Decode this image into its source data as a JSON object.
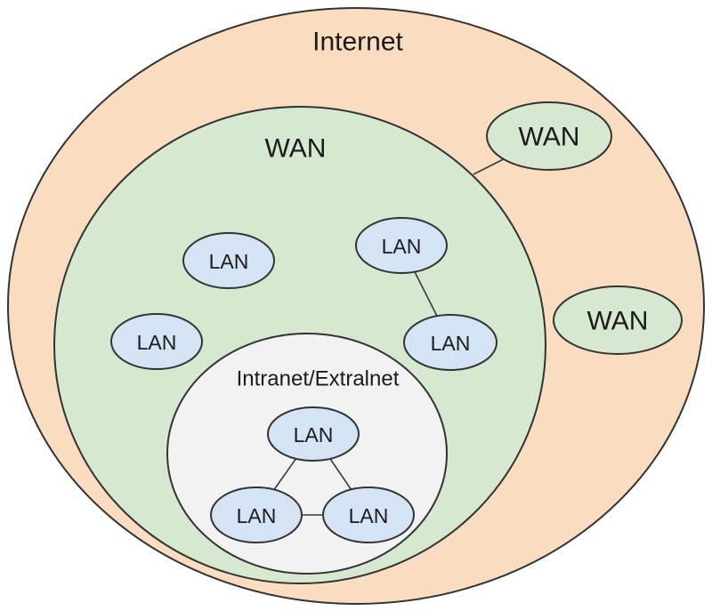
{
  "diagram": {
    "type": "nested-network-topology",
    "colors": {
      "internet_fill": "#FADDC1",
      "wan_fill": "#D6E8D0",
      "lan_fill": "#D5E4F4",
      "intranet_fill": "#F2F2F2",
      "border": "#333333",
      "text": "#1B1B1B"
    },
    "nodes": {
      "internet": {
        "label": "Internet"
      },
      "wan_main": {
        "label": "WAN"
      },
      "wan_satellite_top": {
        "label": "WAN"
      },
      "wan_satellite_right": {
        "label": "WAN"
      },
      "intranet": {
        "label": "Intranet/Extralnet"
      },
      "lan_wan_top_left": {
        "label": "LAN"
      },
      "lan_wan_top_right": {
        "label": "LAN"
      },
      "lan_wan_left": {
        "label": "LAN"
      },
      "lan_wan_right": {
        "label": "LAN"
      },
      "lan_intranet_top": {
        "label": "LAN"
      },
      "lan_intranet_left": {
        "label": "LAN"
      },
      "lan_intranet_right": {
        "label": "LAN"
      }
    },
    "edges": [
      {
        "from": "wan_main",
        "to": "wan_satellite_top"
      },
      {
        "from": "lan_wan_top_right",
        "to": "lan_wan_right"
      },
      {
        "from": "lan_intranet_top",
        "to": "lan_intranet_left"
      },
      {
        "from": "lan_intranet_top",
        "to": "lan_intranet_right"
      },
      {
        "from": "lan_intranet_left",
        "to": "lan_intranet_right"
      }
    ]
  }
}
